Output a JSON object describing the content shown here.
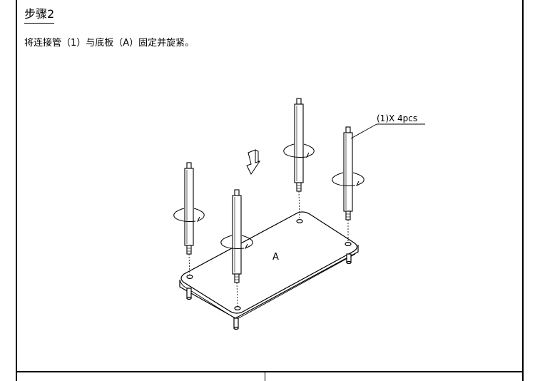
{
  "step": {
    "title": "步骤2",
    "instruction": "将连接管（1）与底板（A）固定并旋紧。"
  },
  "diagram": {
    "callout_label": "(1)X 4pcs",
    "plate_label": "A",
    "part_icon": "connecting-tube",
    "arrow_icon": "down-arrow",
    "rotation_icon": "clockwise-rotation"
  }
}
